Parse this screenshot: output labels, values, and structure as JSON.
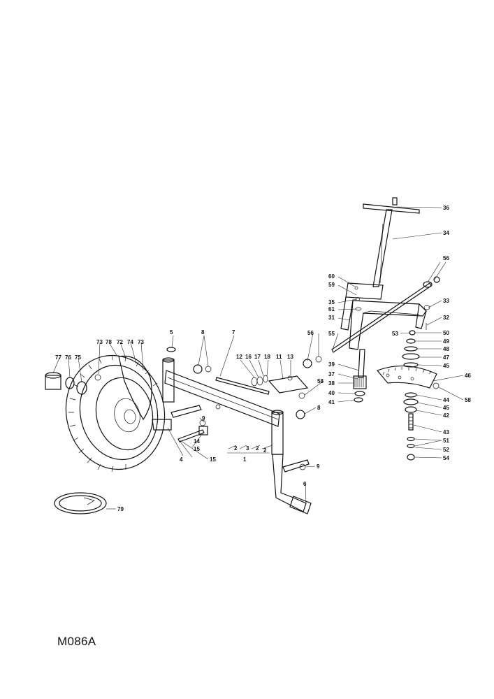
{
  "drawing_code": "M086A",
  "callouts": [
    "36",
    "34",
    "56",
    "60",
    "59",
    "35",
    "61",
    "31",
    "33",
    "32",
    "53",
    "50",
    "49",
    "48",
    "47",
    "45",
    "46",
    "55",
    "56",
    "58",
    "44",
    "45",
    "42",
    "43",
    "51",
    "52",
    "54",
    "39",
    "37",
    "38",
    "40",
    "41",
    "5",
    "8",
    "7",
    "12",
    "16",
    "17",
    "18",
    "11",
    "13",
    "58",
    "8",
    "9",
    "9",
    "14",
    "15",
    "15",
    "4",
    "2",
    "3",
    "2",
    "2",
    "1",
    "6",
    "73",
    "78",
    "72",
    "74",
    "73",
    "77",
    "76",
    "75",
    "79"
  ]
}
